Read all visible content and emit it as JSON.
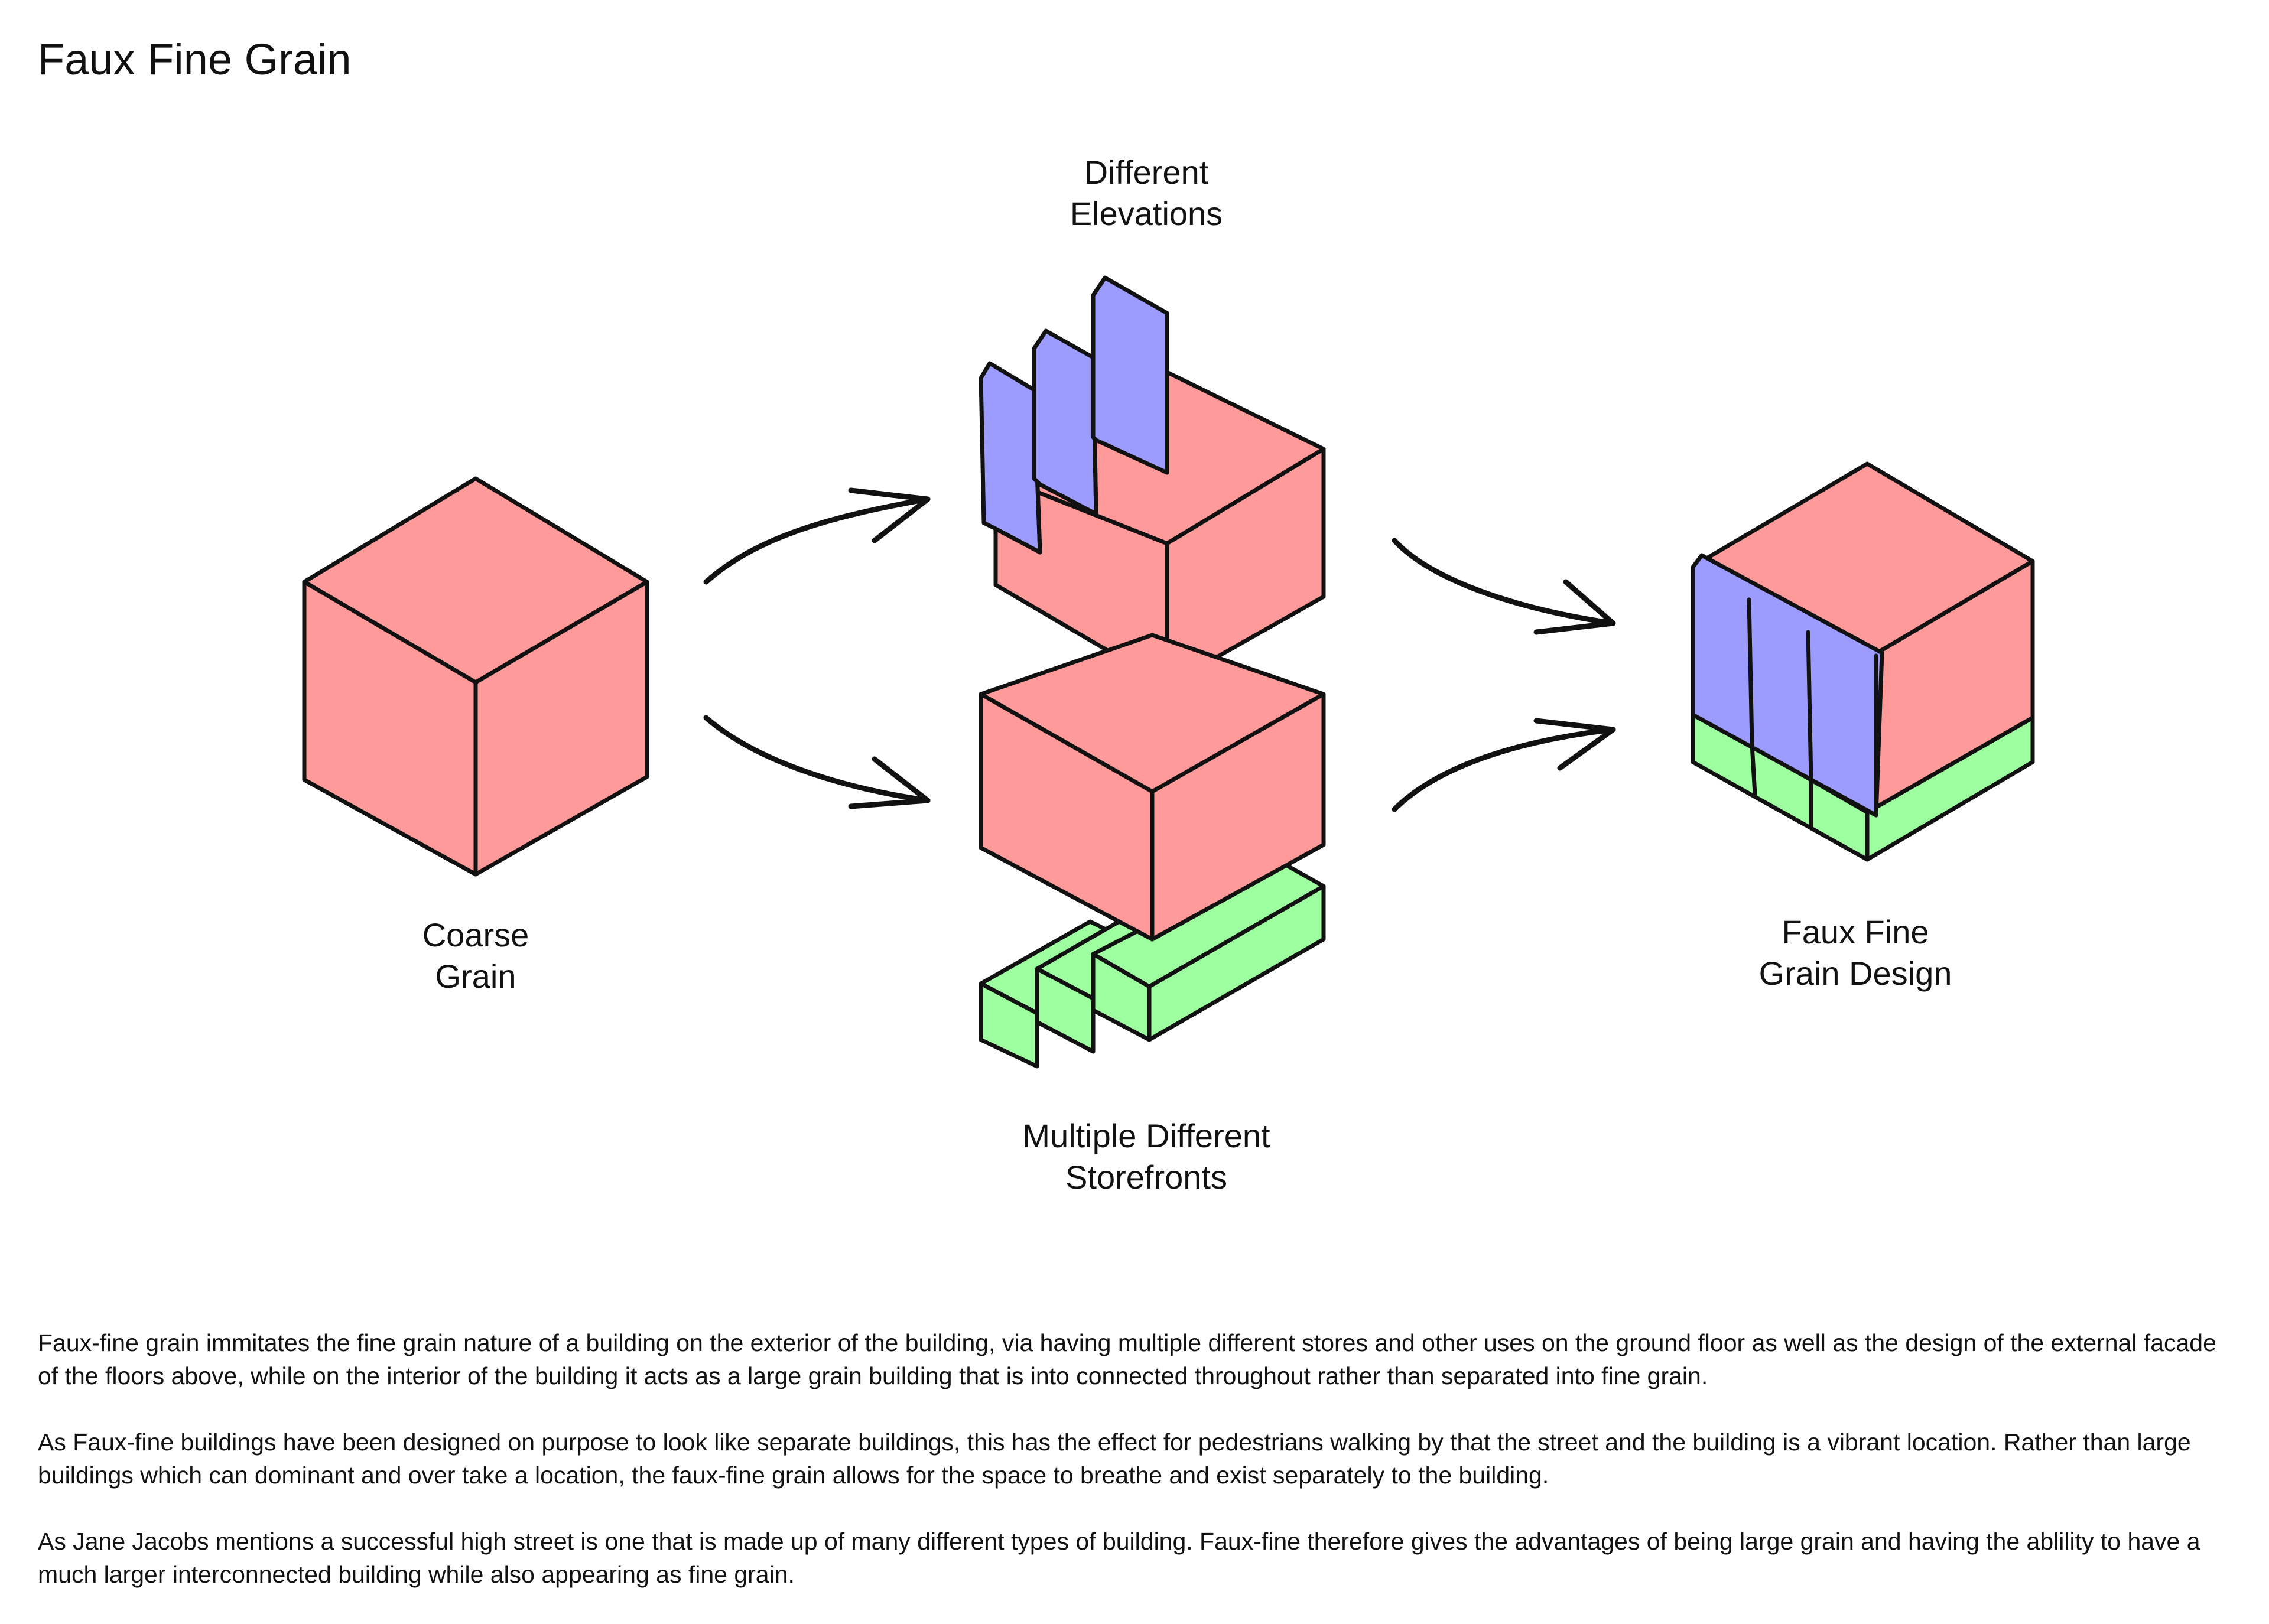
{
  "title": "Faux Fine Grain",
  "colors": {
    "pink": "#ff9a9a",
    "blue": "#9c9cff",
    "green": "#9effa0",
    "ink": "#111111"
  },
  "labels": {
    "elevations": [
      "Different",
      "Elevations"
    ],
    "coarse": [
      "Coarse",
      "Grain"
    ],
    "storefronts": [
      "Multiple Different",
      "Storefronts"
    ],
    "faux": [
      "Faux Fine",
      "Grain Design"
    ]
  },
  "paragraphs": [
    "Faux-fine grain immitates the fine grain nature of a building on the exterior of the building, via having multiple different stores and other uses on the ground floor as well as the design of the external facade of the floors above, while on the interior of the building it acts as a large grain building that is into connected throughout rather than separated into fine grain.",
    "As Faux-fine buildings have been designed on purpose to look like separate buildings, this has the effect for pedestrians walking by that the street and the building is a vibrant location. Rather than large buildings which can dominant and over take a location, the faux-fine grain allows for the space to breathe and exist separately to the building.",
    "As Jane Jacobs mentions a successful high street is one that is made up of many different types of building. Faux-fine therefore gives the advantages of being large grain and having the ablility to have a much larger interconnected building while also appearing as fine grain."
  ]
}
